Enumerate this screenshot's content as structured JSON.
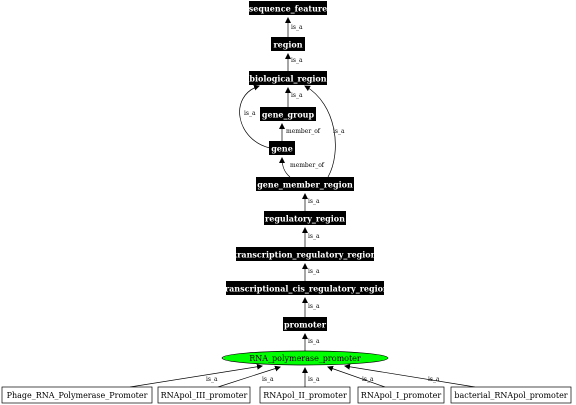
{
  "colors": {
    "term_fill": "#000000",
    "term_text": "#ffffff",
    "focus_fill": "#00ff00",
    "focus_text": "#000000",
    "child_fill": "#ffffff",
    "child_text": "#000000",
    "edge": "#000000"
  },
  "nodes": [
    {
      "id": "sequence_feature",
      "label": "sequence_feature",
      "kind": "term"
    },
    {
      "id": "region",
      "label": "region",
      "kind": "term"
    },
    {
      "id": "biological_region",
      "label": "biological_region",
      "kind": "term"
    },
    {
      "id": "gene_group",
      "label": "gene_group",
      "kind": "term"
    },
    {
      "id": "gene",
      "label": "gene",
      "kind": "term"
    },
    {
      "id": "gene_member_region",
      "label": "gene_member_region",
      "kind": "term"
    },
    {
      "id": "regulatory_region",
      "label": "regulatory_region",
      "kind": "term"
    },
    {
      "id": "transcription_regulatory_region",
      "label": "transcription_regulatory_region",
      "kind": "term"
    },
    {
      "id": "transcriptional_cis_regulatory_region",
      "label": "transcriptional_cis_regulatory_region",
      "kind": "term"
    },
    {
      "id": "promoter",
      "label": "promoter",
      "kind": "term"
    },
    {
      "id": "RNA_polymerase_promoter",
      "label": "RNA_polymerase_promoter",
      "kind": "focus"
    },
    {
      "id": "Phage_RNA_Polymerase_Promoter",
      "label": "Phage_RNA_Polymerase_Promoter",
      "kind": "child"
    },
    {
      "id": "RNApol_III_promoter",
      "label": "RNApol_III_promoter",
      "kind": "child"
    },
    {
      "id": "RNApol_II_promoter",
      "label": "RNApol_II_promoter",
      "kind": "child"
    },
    {
      "id": "RNApol_I_promoter",
      "label": "RNApol_I_promoter",
      "kind": "child"
    },
    {
      "id": "bacterial_RNApol_promoter",
      "label": "bacterial_RNApol_promoter",
      "kind": "child"
    }
  ],
  "edges": [
    {
      "id": "e1",
      "from": "region",
      "to": "sequence_feature",
      "label": "is_a"
    },
    {
      "id": "e2",
      "from": "biological_region",
      "to": "region",
      "label": "is_a"
    },
    {
      "id": "e3",
      "from": "gene_group",
      "to": "biological_region",
      "label": "is_a"
    },
    {
      "id": "e4",
      "from": "gene",
      "to": "biological_region",
      "label": "is_a"
    },
    {
      "id": "e5",
      "from": "gene",
      "to": "gene_group",
      "label": "member_of"
    },
    {
      "id": "e6",
      "from": "gene_member_region",
      "to": "gene",
      "label": "member_of"
    },
    {
      "id": "e7",
      "from": "gene_member_region",
      "to": "biological_region",
      "label": "is_a"
    },
    {
      "id": "e8",
      "from": "regulatory_region",
      "to": "gene_member_region",
      "label": "is_a"
    },
    {
      "id": "e9",
      "from": "transcription_regulatory_region",
      "to": "regulatory_region",
      "label": "is_a"
    },
    {
      "id": "e10",
      "from": "transcriptional_cis_regulatory_region",
      "to": "transcription_regulatory_region",
      "label": "is_a"
    },
    {
      "id": "e11",
      "from": "promoter",
      "to": "transcriptional_cis_regulatory_region",
      "label": "is_a"
    },
    {
      "id": "e12",
      "from": "RNA_polymerase_promoter",
      "to": "promoter",
      "label": "is_a"
    },
    {
      "id": "e13",
      "from": "Phage_RNA_Polymerase_Promoter",
      "to": "RNA_polymerase_promoter",
      "label": "is_a"
    },
    {
      "id": "e14",
      "from": "RNApol_III_promoter",
      "to": "RNA_polymerase_promoter",
      "label": "is_a"
    },
    {
      "id": "e15",
      "from": "RNApol_II_promoter",
      "to": "RNA_polymerase_promoter",
      "label": "is_a"
    },
    {
      "id": "e16",
      "from": "RNApol_I_promoter",
      "to": "RNA_polymerase_promoter",
      "label": "is_a"
    },
    {
      "id": "e17",
      "from": "bacterial_RNApol_promoter",
      "to": "RNA_polymerase_promoter",
      "label": "is_a"
    }
  ]
}
